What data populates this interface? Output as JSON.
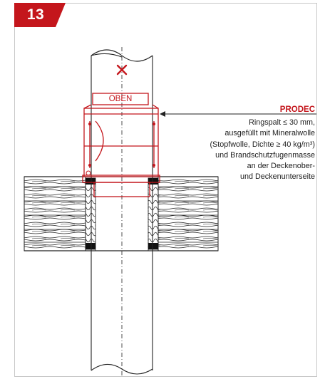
{
  "figure": {
    "number": "13",
    "accent_color": "#c4161c"
  },
  "drawing": {
    "sleeve_label": "OBEN",
    "icons": [
      "x-mark-icon",
      "arrow-left-icon"
    ]
  },
  "annotation": {
    "brand": "PRODEC",
    "lines": [
      "Ringspalt ≤ 30 mm,",
      "ausgefüllt mit Mineralwolle",
      "(Stopfwolle, Dichte ≥ 40 kg/m³)",
      "und Brandschutzfugenmasse",
      "an der Deckenober-",
      "und Deckenunterseite"
    ]
  }
}
